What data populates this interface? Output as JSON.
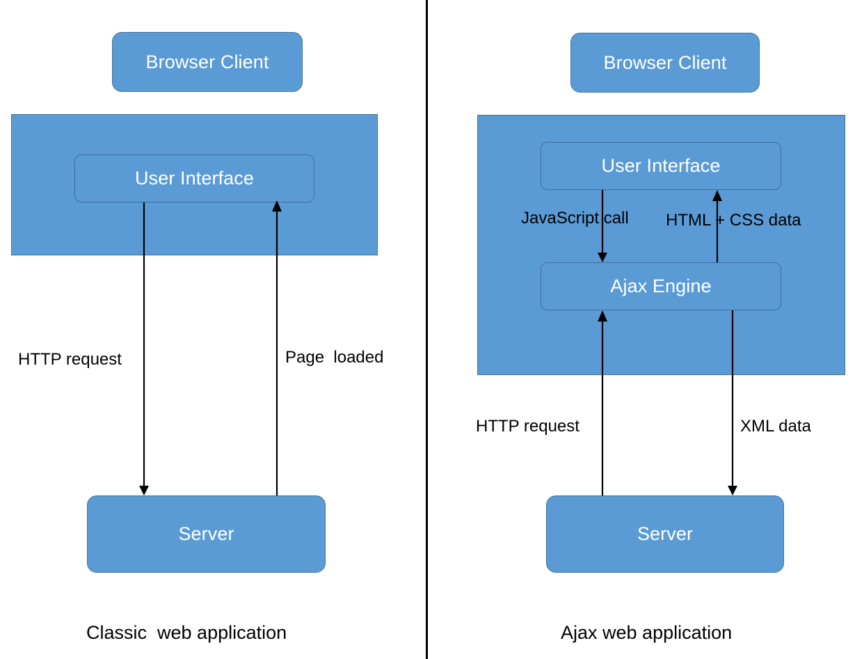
{
  "diagram": {
    "title_left": "Classic  web application",
    "title_right": "Ajax web application",
    "accent_color": "#5B9BD5",
    "border_color": "#41719C",
    "line_color": "#000000",
    "text_on_accent": "#FFFFFF"
  },
  "left_panel": {
    "caption": "Classic  web application",
    "browser_client": "Browser Client",
    "user_interface": "User Interface",
    "server": "Server",
    "edges": [
      {
        "label": "HTTP request",
        "direction": "down",
        "from": "User Interface",
        "to": "Server"
      },
      {
        "label": "Page  loaded",
        "direction": "up",
        "from": "Server",
        "to": "User Interface"
      }
    ]
  },
  "right_panel": {
    "caption": "Ajax web application",
    "browser_client": "Browser Client",
    "user_interface": "User Interface",
    "ajax_engine": "Ajax Engine",
    "server": "Server",
    "edges": [
      {
        "label": "JavaScript call",
        "direction": "down",
        "from": "User Interface",
        "to": "Ajax Engine"
      },
      {
        "label": "HTML + CSS data",
        "direction": "up",
        "from": "Ajax Engine",
        "to": "User Interface"
      },
      {
        "label": "HTTP request",
        "direction": "up",
        "from": "Server",
        "to": "Ajax Engine"
      },
      {
        "label": "XML data",
        "direction": "down",
        "from": "Ajax Engine",
        "to": "Server"
      }
    ]
  }
}
